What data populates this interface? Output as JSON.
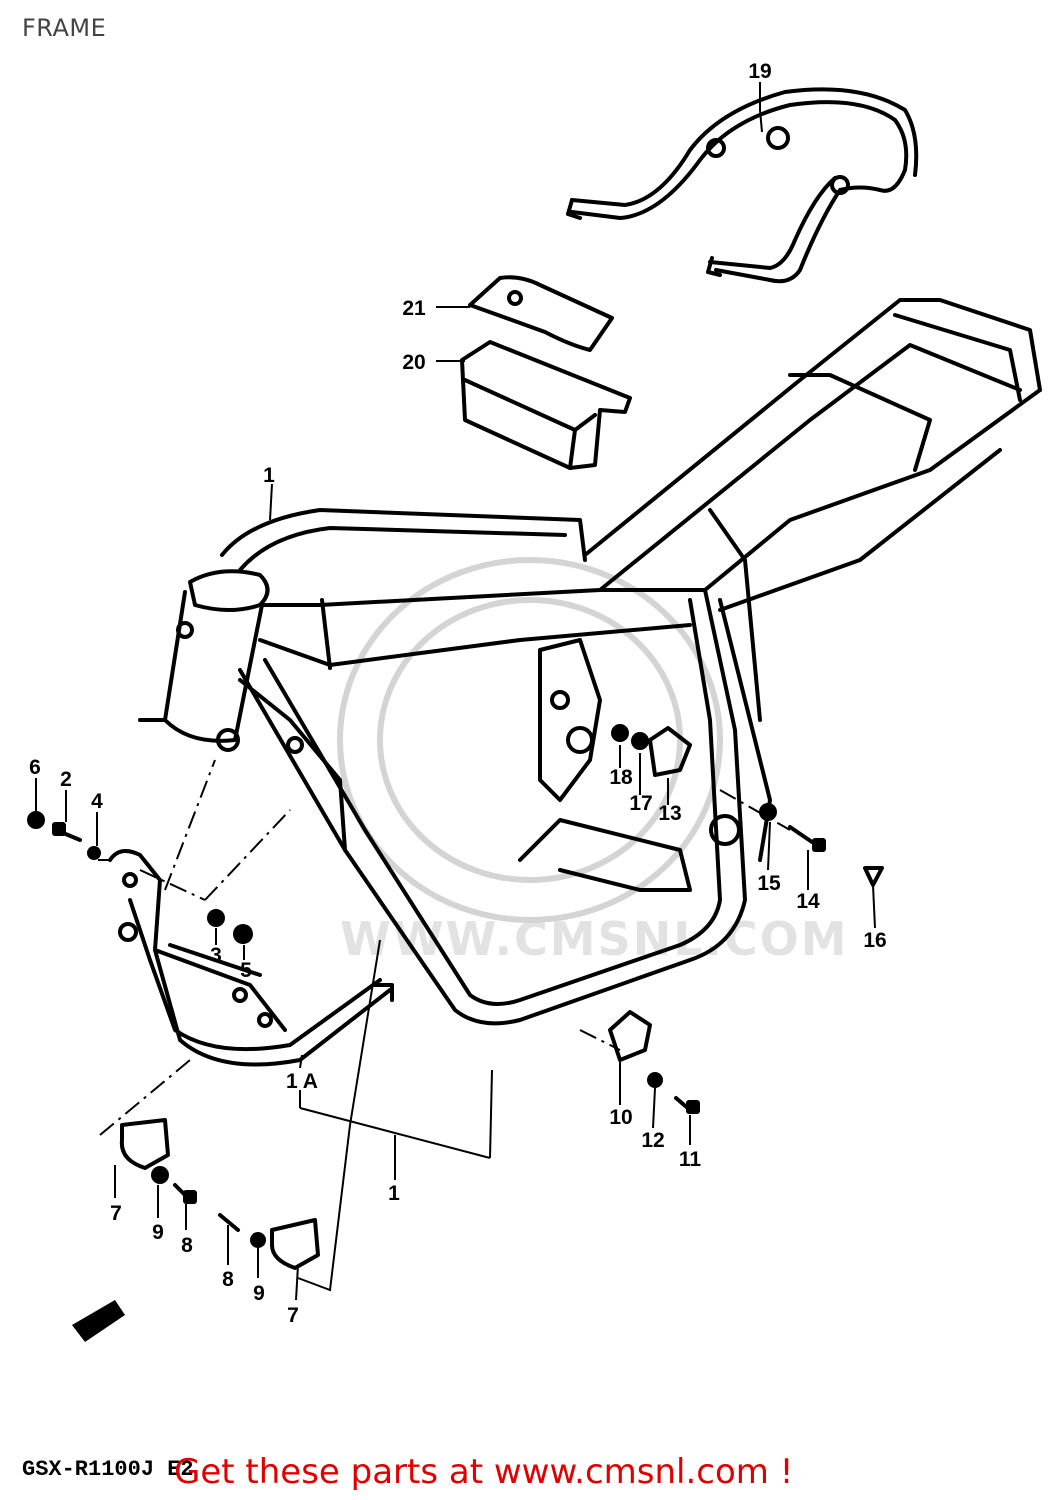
{
  "page": {
    "title": "FRAME"
  },
  "diagram": {
    "callouts": [
      {
        "id": "c19",
        "text": "19"
      },
      {
        "id": "c21",
        "text": "21"
      },
      {
        "id": "c20",
        "text": "20"
      },
      {
        "id": "c1-top",
        "text": "1"
      },
      {
        "id": "c6",
        "text": "6"
      },
      {
        "id": "c2",
        "text": "2"
      },
      {
        "id": "c4",
        "text": "4"
      },
      {
        "id": "c18",
        "text": "18"
      },
      {
        "id": "c17",
        "text": "17"
      },
      {
        "id": "c13",
        "text": "13"
      },
      {
        "id": "c15",
        "text": "15"
      },
      {
        "id": "c14",
        "text": "14"
      },
      {
        "id": "c16",
        "text": "16"
      },
      {
        "id": "c3",
        "text": "3"
      },
      {
        "id": "c5",
        "text": "5"
      },
      {
        "id": "c1a",
        "text": "1 A"
      },
      {
        "id": "c1-bottom",
        "text": "1"
      },
      {
        "id": "c10",
        "text": "10"
      },
      {
        "id": "c12",
        "text": "12"
      },
      {
        "id": "c11",
        "text": "11"
      },
      {
        "id": "c7-left",
        "text": "7"
      },
      {
        "id": "c9-left",
        "text": "9"
      },
      {
        "id": "c8-left",
        "text": "8"
      },
      {
        "id": "c8-right",
        "text": "8"
      },
      {
        "id": "c9-right",
        "text": "9"
      },
      {
        "id": "c7-right",
        "text": "7"
      }
    ]
  },
  "watermark": {
    "text": "WWW.CMSNL.COM"
  },
  "footer": {
    "model_code": "GSX-R1100J E2",
    "cta": "Get these parts at www.cmsnl.com !"
  }
}
